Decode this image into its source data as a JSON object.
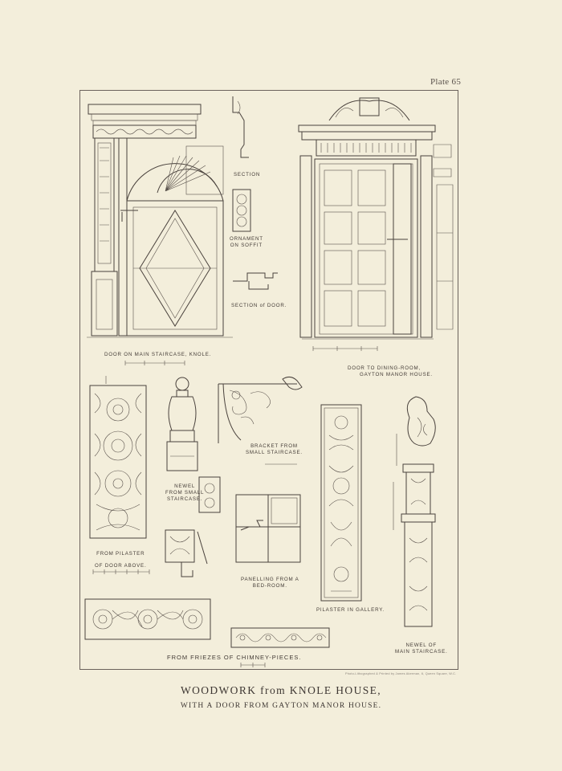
{
  "plate": {
    "number": "Plate 65"
  },
  "title": {
    "main": "WOODWORK from KNOLE HOUSE,",
    "sub": "WITH A DOOR FROM GAYTON MANOR HOUSE."
  },
  "captions": {
    "door_knole": "DOOR ON MAIN STAIRCASE, KNOLE.",
    "section": "SECTION",
    "ornament_on_soffit": [
      "ORNAMENT",
      "ON SOFFIT"
    ],
    "section_of_door": "SECTION of DOOR.",
    "door_gayton": [
      "DOOR TO DINING-ROOM,",
      "GAYTON MANOR HOUSE."
    ],
    "bracket": [
      "BRACKET FROM",
      "SMALL STAIRCASE."
    ],
    "newel_small": [
      "NEWEL",
      "FROM SMALL",
      "STAIRCASE."
    ],
    "pilaster": [
      "FROM PILASTER",
      "OF DOOR ABOVE."
    ],
    "panelling": [
      "PANELLING FROM A",
      "BED-ROOM."
    ],
    "pilaster_gallery": "PILASTER IN GALLERY.",
    "newel_main": [
      "NEWEL OF",
      "MAIN STAIRCASE."
    ],
    "friezes": "FROM FRIEZES OF CHIMNEY-PIECES."
  },
  "lithographer_note": "Photo-Lithographed & Printed by James Akerman, 6, Queen Square, W.C."
}
